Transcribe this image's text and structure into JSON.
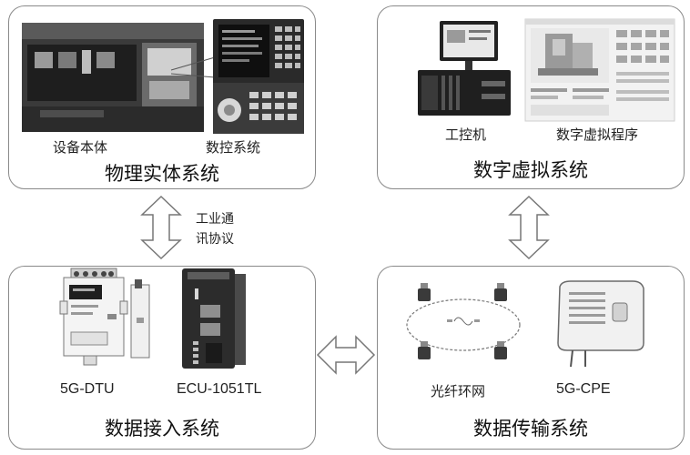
{
  "physical": {
    "title": "物理实体系统",
    "equipment_caption": "设备本体",
    "cnc_caption": "数控系统"
  },
  "digital": {
    "title": "数字虚拟系统",
    "ipc_caption": "工控机",
    "program_caption": "数字虚拟程序"
  },
  "access": {
    "title": "数据接入系统",
    "dtu_caption": "5G-DTU",
    "ecu_caption": "ECU-1051TL"
  },
  "transmission": {
    "title": "数据传输系统",
    "ring_caption": "光纤环网",
    "cpe_caption": "5G-CPE"
  },
  "link": {
    "protocol_label_line1": "工业通",
    "protocol_label_line2": "讯协议"
  }
}
